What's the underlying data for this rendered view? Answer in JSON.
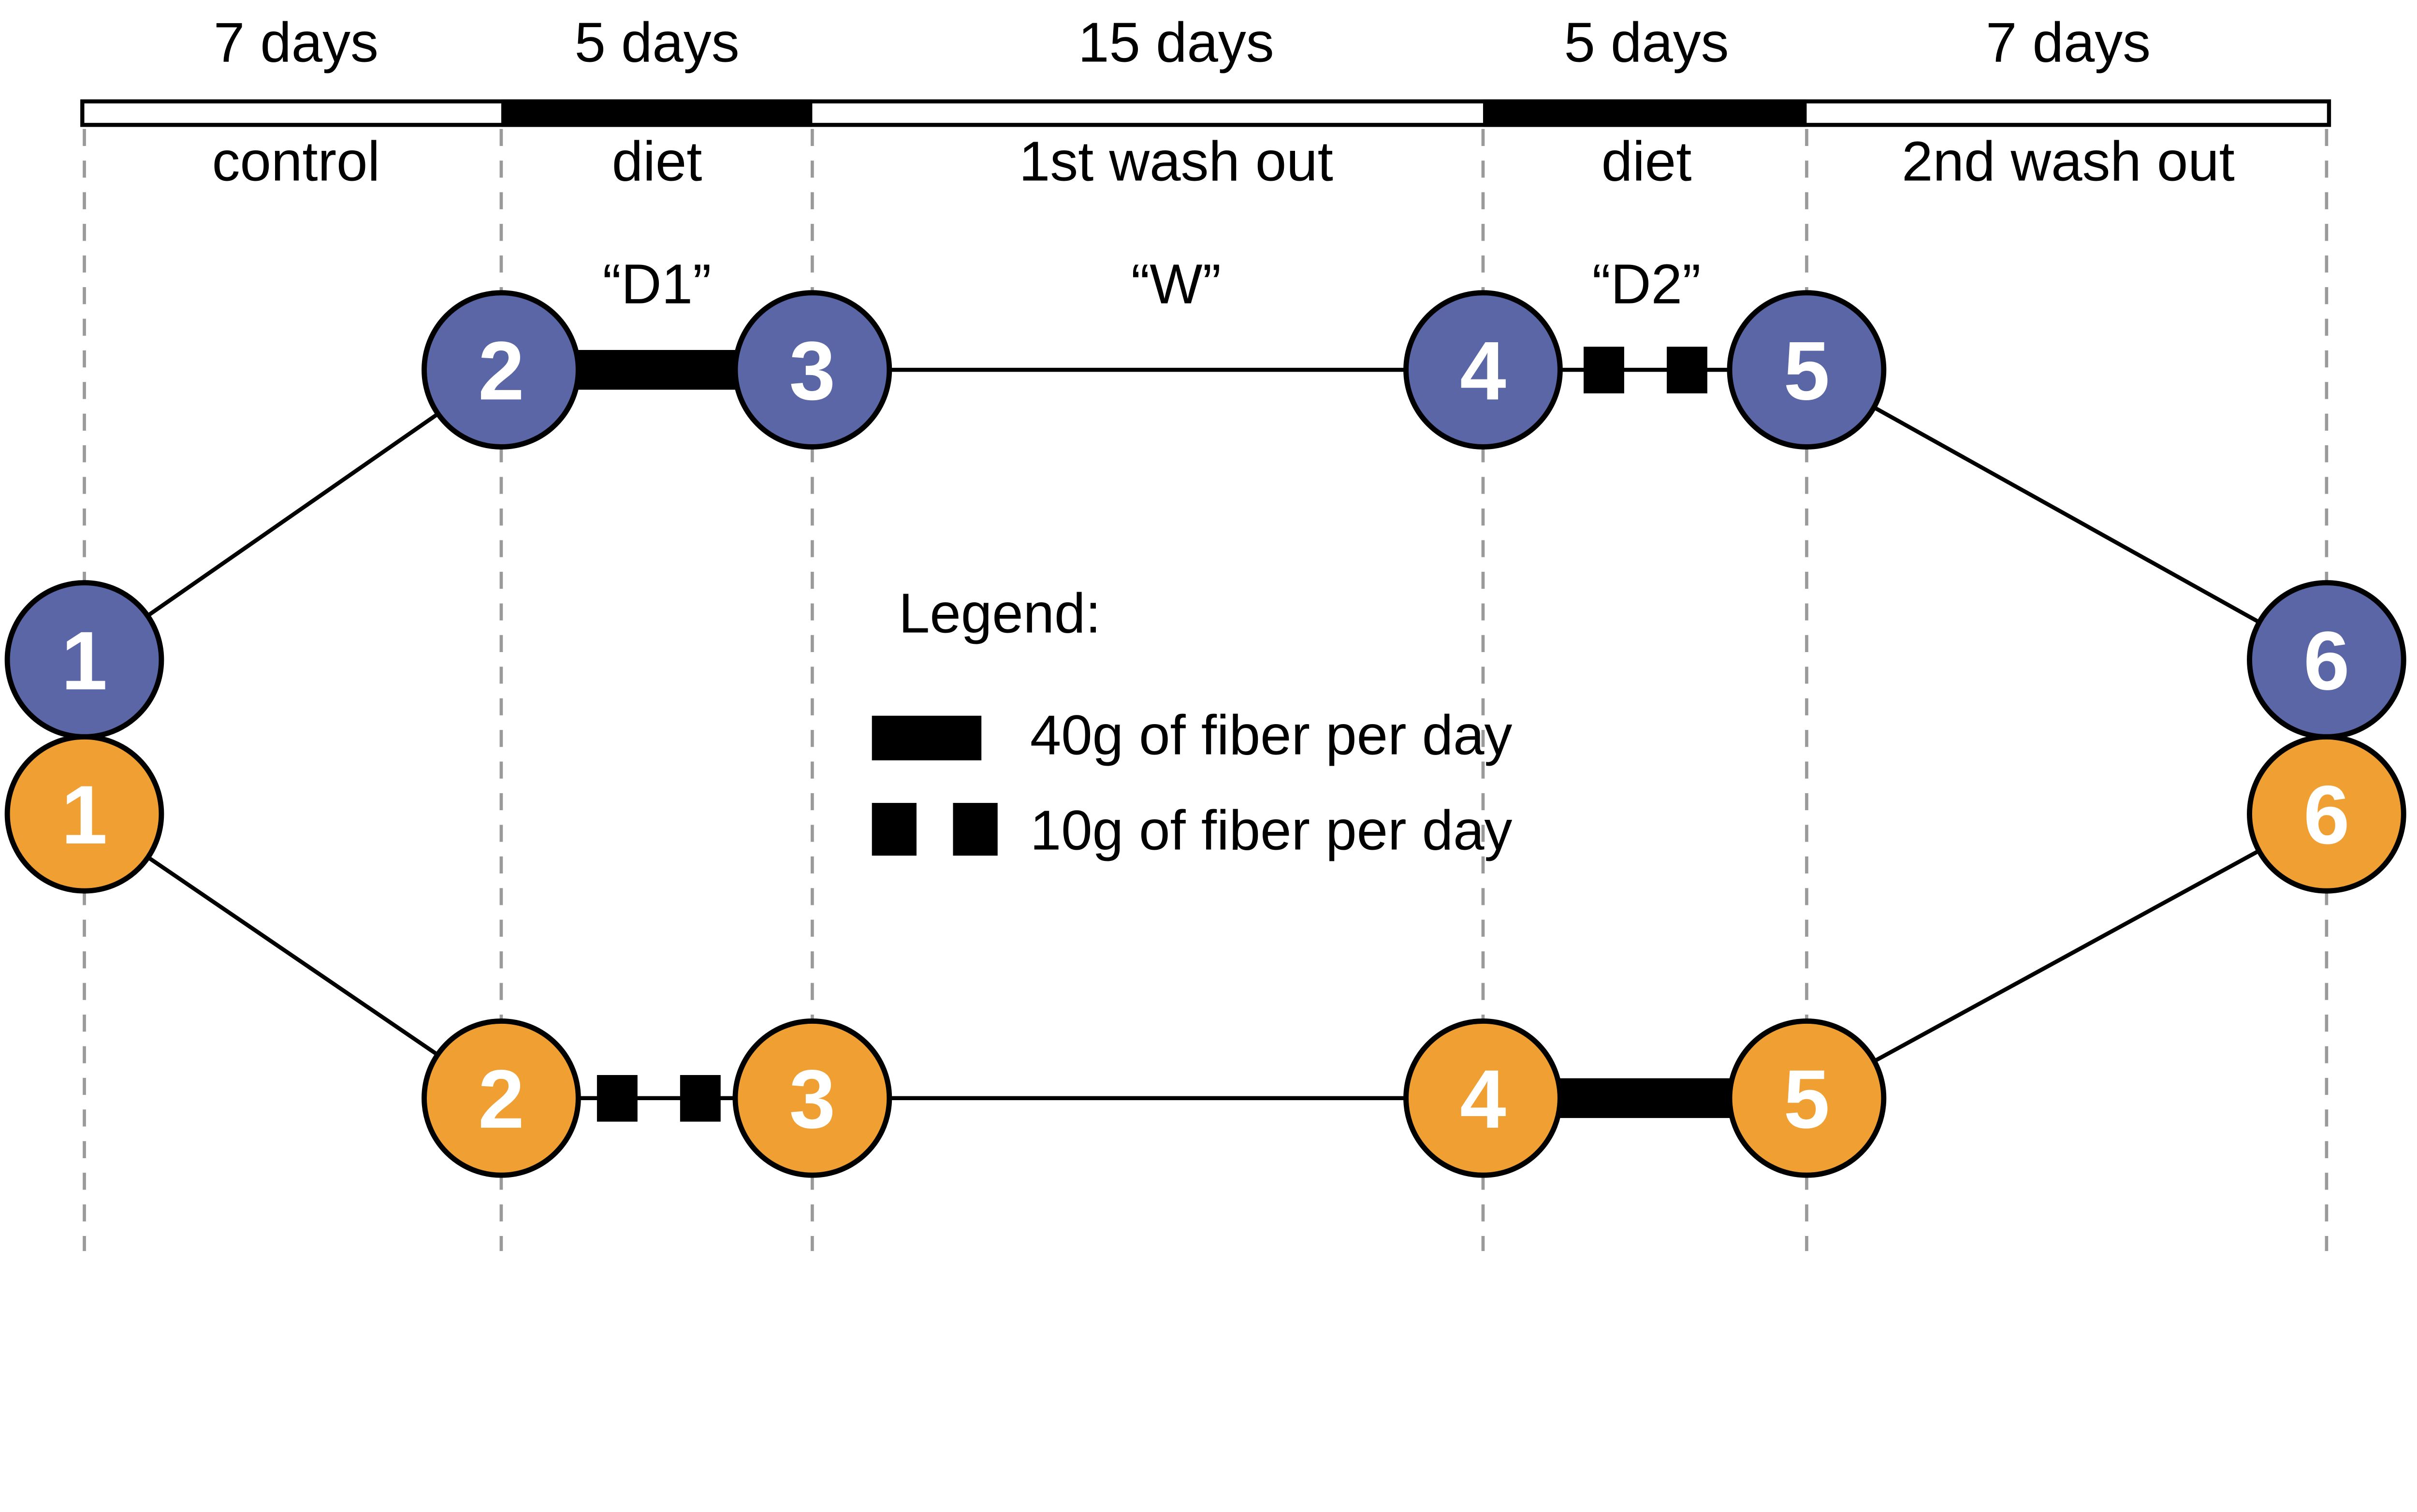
{
  "timeline": {
    "phases": [
      {
        "duration": "7 days",
        "label": "control",
        "code": ""
      },
      {
        "duration": "5 days",
        "label": "diet",
        "code": "“D1”"
      },
      {
        "duration": "15 days",
        "label": "1st wash out",
        "code": "“W”"
      },
      {
        "duration": "5 days",
        "label": "diet",
        "code": "“D2”"
      },
      {
        "duration": "7 days",
        "label": "2nd wash out",
        "code": ""
      }
    ]
  },
  "arms": {
    "top": {
      "color": "#5a66a5",
      "nodes": [
        "1",
        "2",
        "3",
        "4",
        "5",
        "6"
      ]
    },
    "bottom": {
      "color": "#f0a033",
      "nodes": [
        "1",
        "2",
        "3",
        "4",
        "5",
        "6"
      ]
    }
  },
  "legend": {
    "title": "Legend:",
    "items": [
      {
        "swatch": "solid-bar",
        "label": "40g of fiber per day"
      },
      {
        "swatch": "two-squares",
        "label": "10g of fiber per day"
      }
    ]
  },
  "colors": {
    "arm_top": "#5a66a5",
    "arm_bottom": "#f0a033",
    "line": "#000000",
    "dashed_guide": "#9a9a9a",
    "timeline_fill": "#ffffff",
    "diet_segment_fill": "#000000",
    "node_number": "#ffffff"
  }
}
